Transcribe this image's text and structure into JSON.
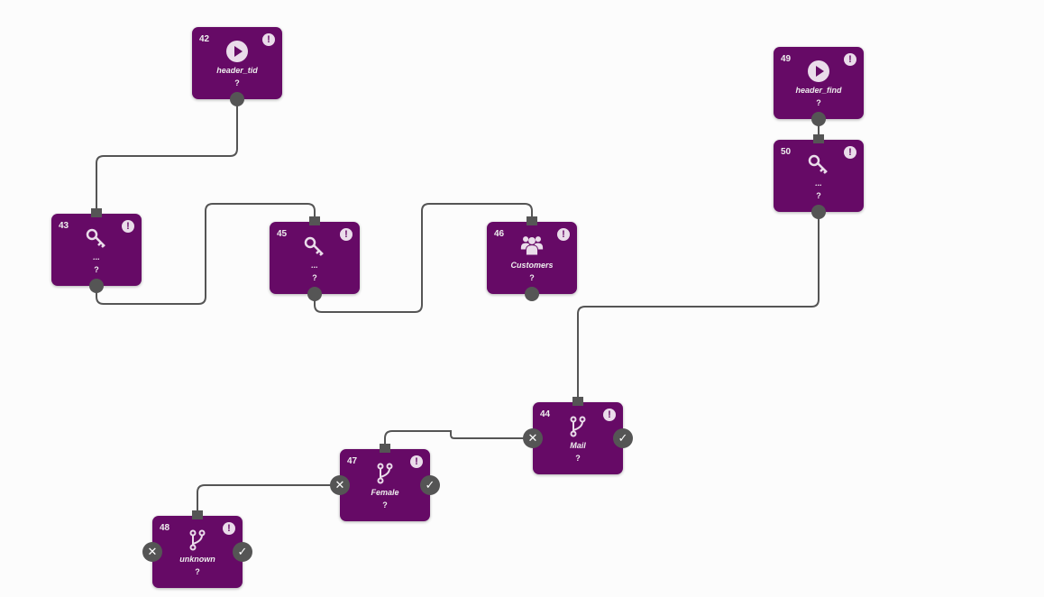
{
  "colors": {
    "node": "#660a66",
    "edge": "#555555"
  },
  "nodes": [
    {
      "id": "42",
      "icon": "play-icon",
      "label": "header_tid",
      "value": "?"
    },
    {
      "id": "49",
      "icon": "play-icon",
      "label": "header_find",
      "value": "?"
    },
    {
      "id": "50",
      "icon": "key-icon",
      "label": "...",
      "value": "?"
    },
    {
      "id": "43",
      "icon": "key-icon",
      "label": "...",
      "value": "?"
    },
    {
      "id": "45",
      "icon": "key-icon",
      "label": "...",
      "value": "?"
    },
    {
      "id": "46",
      "icon": "users-icon",
      "label": "Customers",
      "value": "?"
    },
    {
      "id": "44",
      "icon": "branch-icon",
      "label": "Mail",
      "value": "?"
    },
    {
      "id": "47",
      "icon": "branch-icon",
      "label": "Female",
      "value": "?"
    },
    {
      "id": "48",
      "icon": "branch-icon",
      "label": "unknown",
      "value": "?"
    }
  ],
  "warn": "!",
  "no": "✕",
  "yes": "✓"
}
